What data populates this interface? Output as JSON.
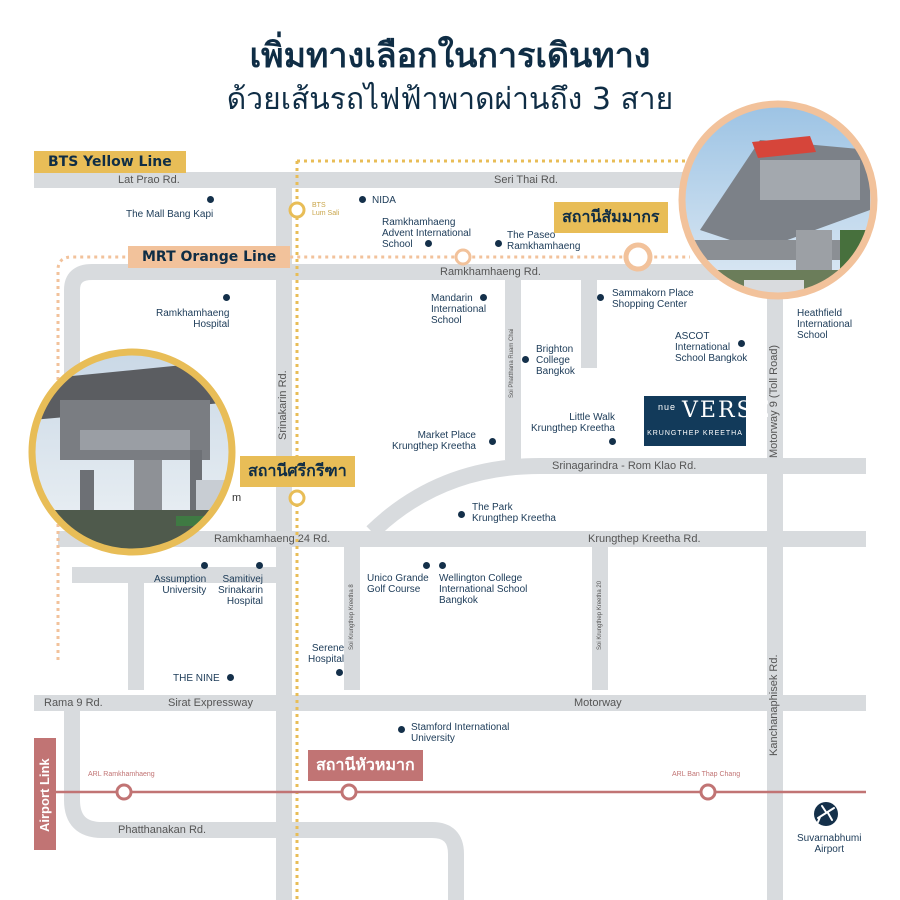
{
  "title": {
    "line1": "เพิ่มทางเลือกในการเดินทาง",
    "line2": "ด้วยเส้นรถไฟฟ้าพาดผ่านถึง 3 สาย"
  },
  "lines": {
    "bts_yellow": "BTS Yellow Line",
    "mrt_orange": "MRT Orange Line",
    "airport_link": "Airport Link"
  },
  "stations": {
    "sammakorn": "สถานีสัมมากร",
    "srikritha": "สถานีศรีกรีฑา",
    "huamak": "สถานีหัวหมาก",
    "bts_lum_sali": "BTS\nLum Sali",
    "arl_ramkhamhaeng": "ARL Ramkhamhaeng",
    "arl_ban_thap_chang": "ARL Ban Thap Chang"
  },
  "roads": {
    "lat_prao": "Lat Prao Rd.",
    "seri_thai": "Seri Thai Rd.",
    "ramkhamhaeng": "Ramkhamhaeng Rd.",
    "srinakarin": "Srinakarin Rd.",
    "srinagarindra_rom_klao": "Srinagarindra - Rom Klao Rd.",
    "ramkhamhaeng_24": "Ramkhamhaeng 24 Rd.",
    "krungthep_kreetha": "Krungthep Kreetha Rd.",
    "rama_9": "Rama 9 Rd.",
    "sirat": "Sirat Expressway",
    "motorway": "Motorway",
    "motorway_9": "Motorway 9 (Toll Road)",
    "kanchanaphisek": "Kanchanaphisek Rd.",
    "phatthanakan": "Phatthanakan Rd.",
    "soi_phatthana_ruam_chai": "Soi Phatthana Ruam Chai",
    "soi_krungthep_kreetha_8": "Soi Krungthep Kreetha 8",
    "soi_krungthep_kreetha_20": "Soi Krungthep Kreetha 20"
  },
  "pois": [
    {
      "id": "mall-bang-kapi",
      "label": "The Mall Bang Kapi"
    },
    {
      "id": "nida",
      "label": "NIDA"
    },
    {
      "id": "advent-school",
      "label": "Ramkhamhaeng\nAdvent International\nSchool"
    },
    {
      "id": "paseo",
      "label": "The Paseo\nRamkhamhaeng"
    },
    {
      "id": "ram-hospital",
      "label": "Ramkhamhaeng\nHospital"
    },
    {
      "id": "mandarin",
      "label": "Mandarin\nInternational\nSchool"
    },
    {
      "id": "sammakorn-place",
      "label": "Sammakorn Place\nShopping Center"
    },
    {
      "id": "heathfield",
      "label": "Heathfield\nInternational\nSchool"
    },
    {
      "id": "brighton",
      "label": "Brighton\nCollege\nBangkok"
    },
    {
      "id": "ascot",
      "label": "ASCOT\nInternational\nSchool Bangkok"
    },
    {
      "id": "little-walk",
      "label": "Little Walk\nKrungthep Kreetha"
    },
    {
      "id": "market-place",
      "label": "Market Place\nKrungthep Kreetha"
    },
    {
      "id": "the-park",
      "label": "The Park\nKrungthep Kreetha"
    },
    {
      "id": "assumption",
      "label": "Assumption\nUniversity"
    },
    {
      "id": "samitivej",
      "label": "Samitivej\nSrinakarin\nHospital"
    },
    {
      "id": "unico",
      "label": "Unico Grande\nGolf Course"
    },
    {
      "id": "wellington",
      "label": "Wellington College\nInternational School\nBangkok"
    },
    {
      "id": "serene",
      "label": "Serene\nHospital"
    },
    {
      "id": "the-nine",
      "label": "THE NINE"
    },
    {
      "id": "stamford",
      "label": "Stamford International\nUniversity"
    },
    {
      "id": "suvarnabhumi",
      "label": "Suvarnabhumi\nAirport"
    }
  ],
  "brand": {
    "nue": "nue",
    "verse": "VERSE",
    "location": "KRUNGTHEP KREETHA"
  },
  "photo_fragment": "m",
  "colors": {
    "road": "#d8dbde",
    "bts_yellow": "#e8bd57",
    "mrt_orange": "#f2c29b",
    "arl": "#c17474",
    "navy": "#0f2d45",
    "photo_ring_left": "#e8bd57",
    "photo_ring_right": "#f2c29b"
  }
}
